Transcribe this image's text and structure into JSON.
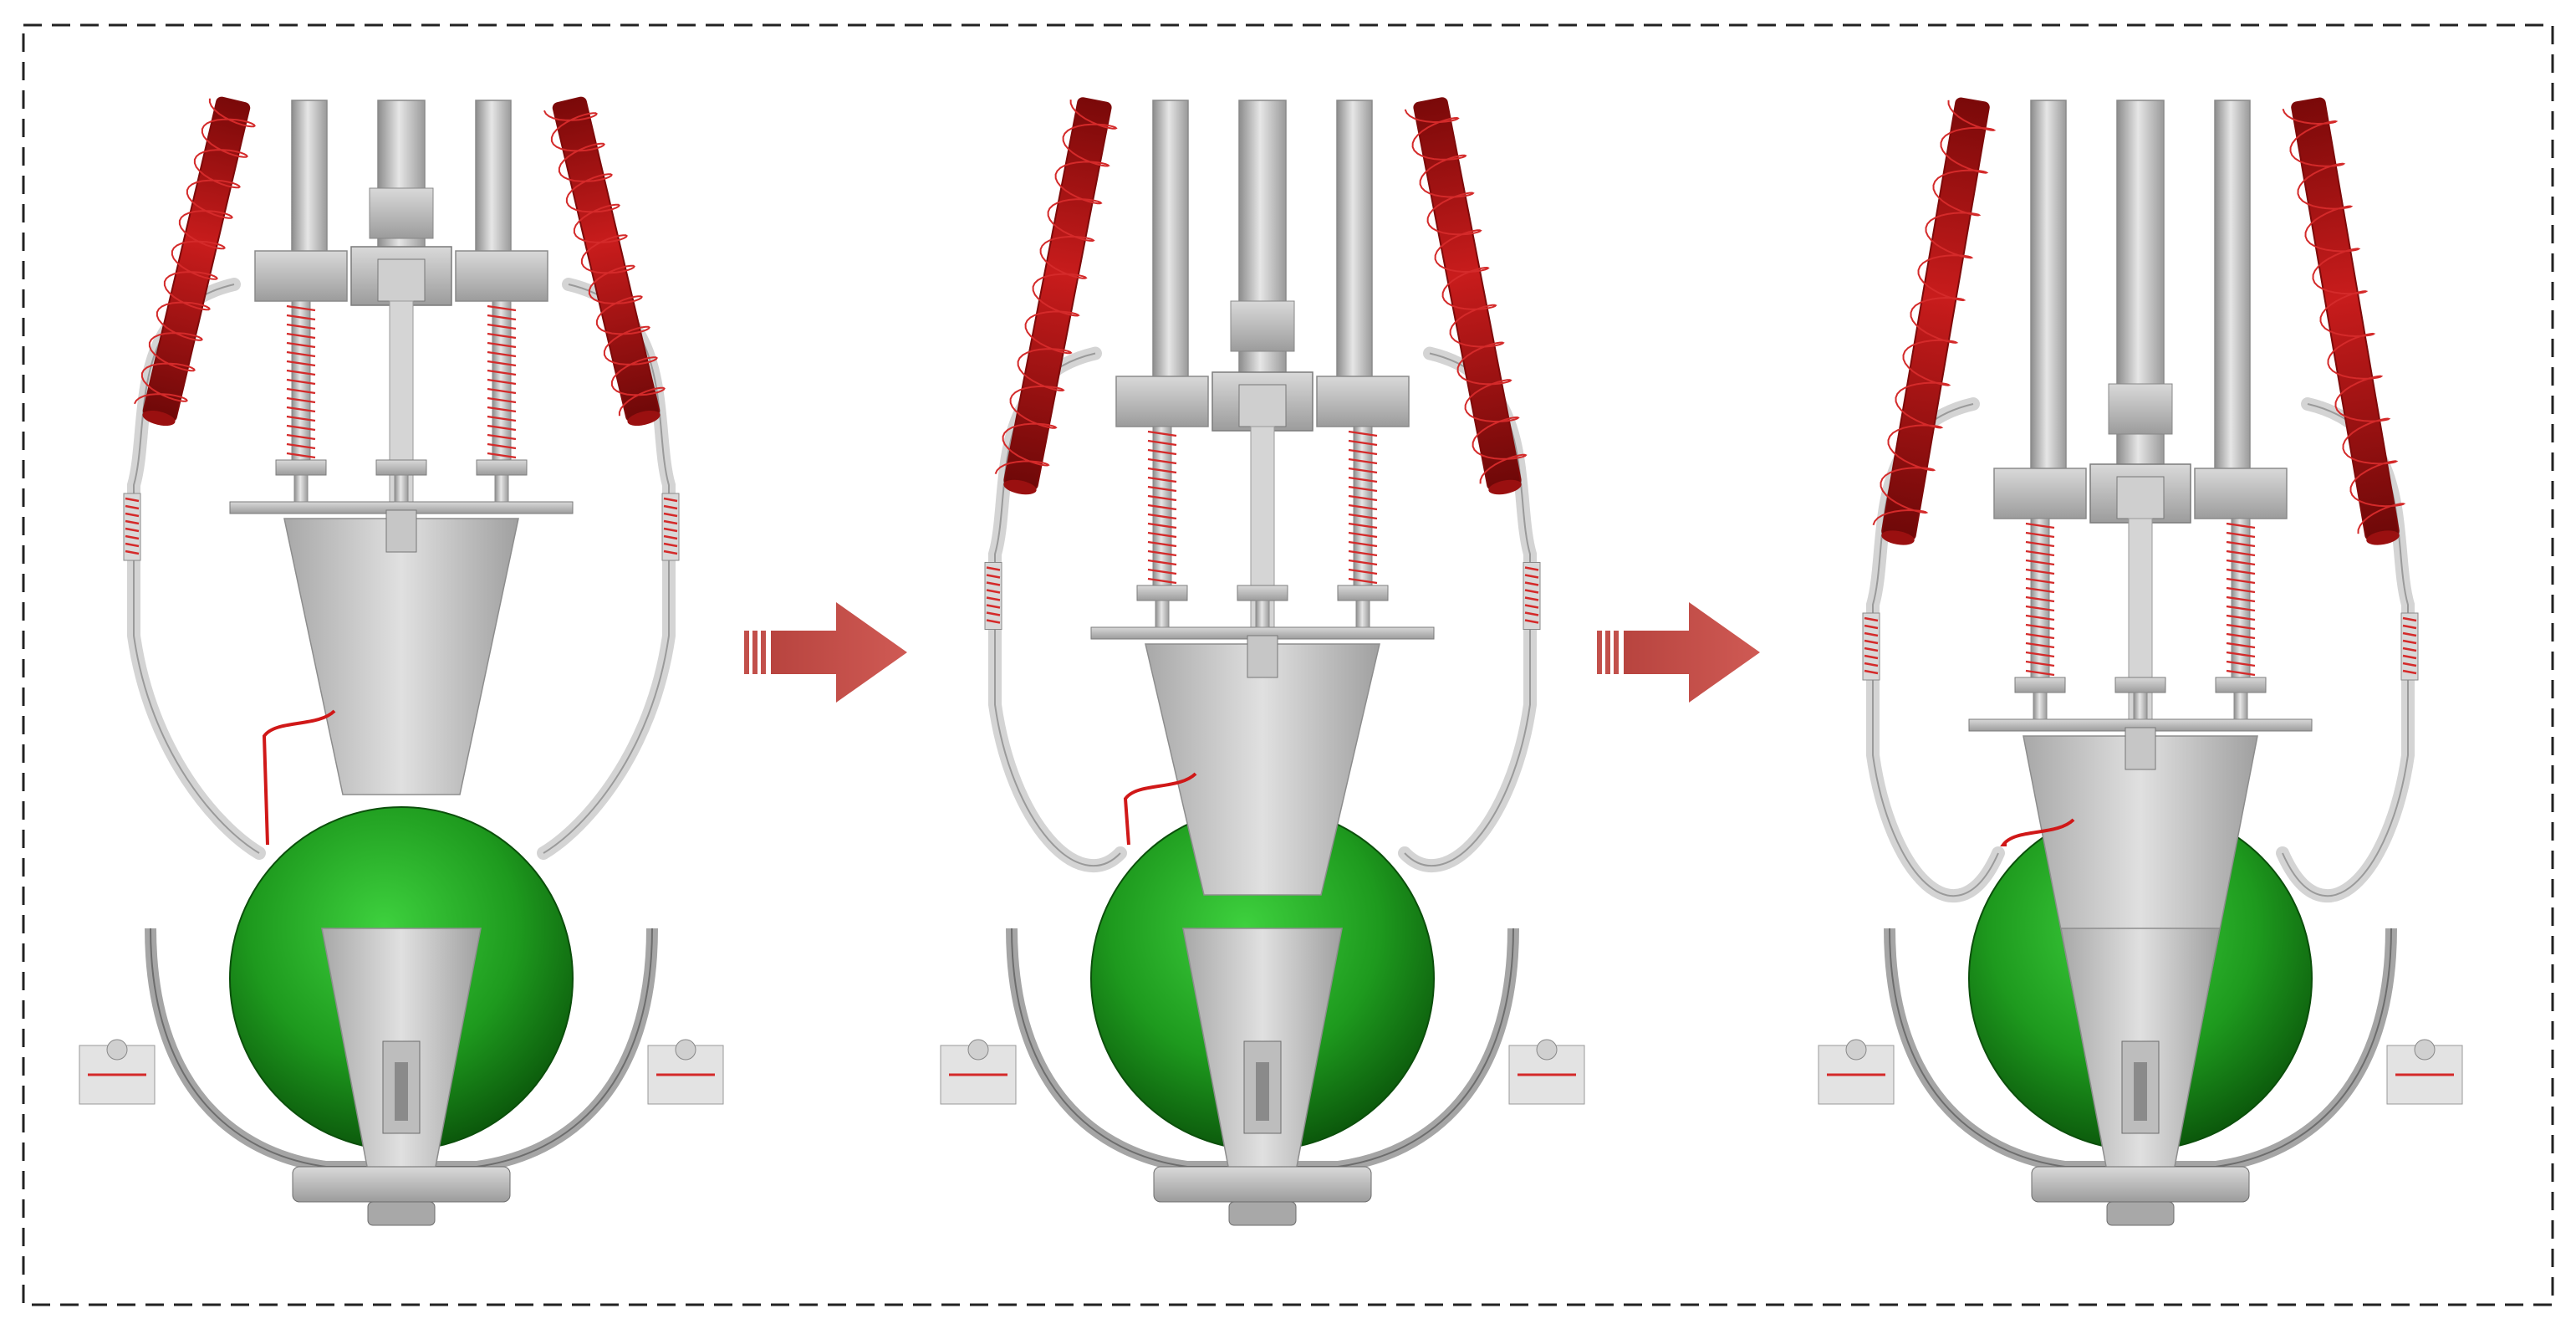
{
  "diagram": {
    "stages": [
      {
        "id": "stage-1",
        "description_visible": false
      },
      {
        "id": "stage-2",
        "description_visible": false
      },
      {
        "id": "stage-3",
        "description_visible": false
      }
    ],
    "transitions": [
      {
        "from": "stage-1",
        "to": "stage-2"
      },
      {
        "from": "stage-2",
        "to": "stage-3"
      }
    ]
  },
  "colors": {
    "frame_border": "#222222",
    "tube_red": "#b51414",
    "tube_red_dark": "#7d0a0a",
    "coil_red": "#d42a2a",
    "sphere_green": "#1f9a1f",
    "sphere_green_light": "#38c238",
    "sphere_green_dark": "#0d5e0d",
    "metal_light": "#e2e2e2",
    "metal_mid": "#b8b8b8",
    "metal_dark": "#6e6e6e",
    "arrow": "#c2504b",
    "wire": "#d01818"
  }
}
